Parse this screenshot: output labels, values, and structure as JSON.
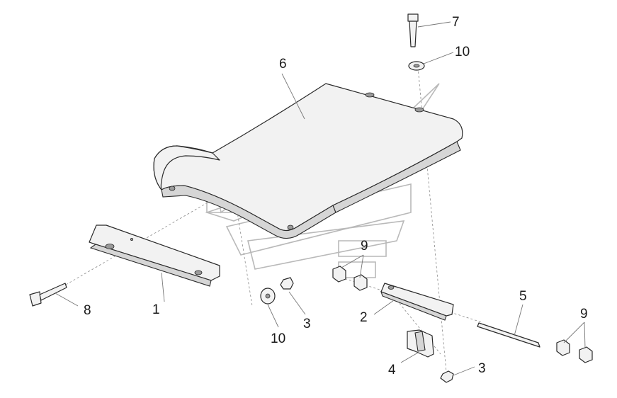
{
  "callouts": {
    "c1": "1",
    "c2": "2",
    "c3a": "3",
    "c3b": "3",
    "c4": "4",
    "c5": "5",
    "c6": "6",
    "c7": "7",
    "c8": "8",
    "c9a": "9",
    "c9b": "9",
    "c10a": "10",
    "c10b": "10"
  }
}
